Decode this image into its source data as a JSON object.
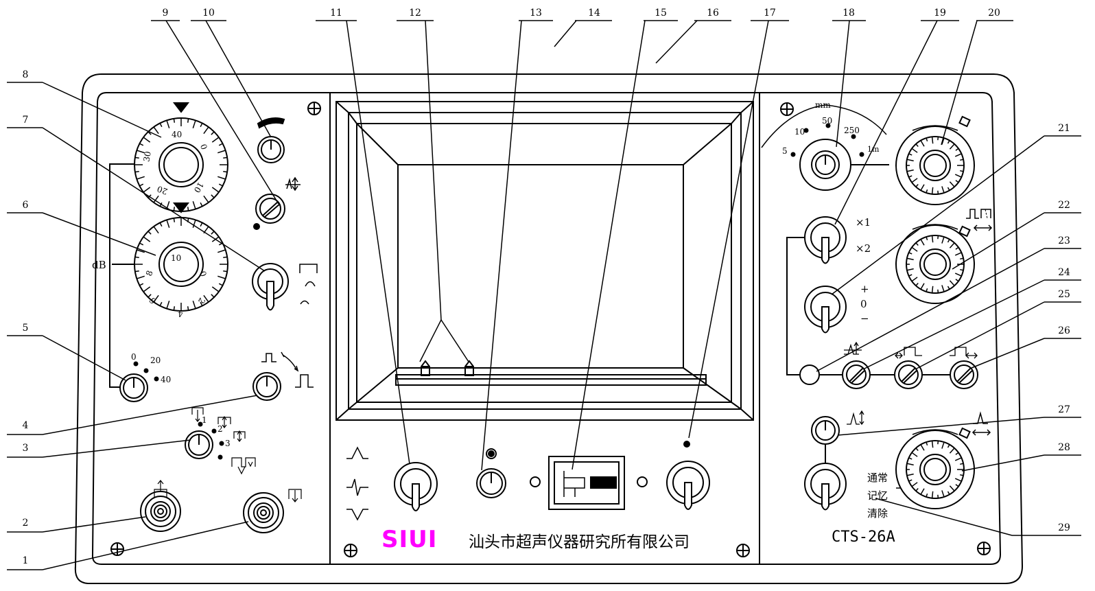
{
  "callouts": [
    "1",
    "2",
    "3",
    "4",
    "5",
    "6",
    "7",
    "8",
    "9",
    "10",
    "11",
    "12",
    "13",
    "14",
    "15",
    "16",
    "17",
    "18",
    "19",
    "20",
    "21",
    "22",
    "23",
    "24",
    "25",
    "26",
    "27",
    "28",
    "29"
  ],
  "brand": {
    "logo": "SIUI",
    "logo_color": "#ff00ff",
    "company": "汕头市超声仪器研究所有限公司",
    "model": "CTS-26A"
  },
  "dial_gain_coarse": {
    "ticks": [
      "40",
      "0",
      "10",
      "20",
      "30"
    ]
  },
  "dial_gain_fine": {
    "ticks": [
      "10",
      "0",
      "2",
      "4",
      "6",
      "8"
    ]
  },
  "db_label": "dB",
  "attenuator_switch": {
    "positions": [
      "0",
      "20",
      "40"
    ]
  },
  "mode_switch": {
    "positions": [
      "1",
      "2",
      "3"
    ]
  },
  "range_switch": {
    "unit": "mm",
    "positions": [
      "5",
      "10",
      "50",
      "250",
      "1m"
    ]
  },
  "multiplier": {
    "x1": "×1",
    "x2": "×2"
  },
  "polarity": {
    "plus": "+",
    "zero": "0",
    "minus": "−"
  },
  "memory_switch": {
    "normal": "通常",
    "memory": "记忆",
    "clear": "清除"
  }
}
